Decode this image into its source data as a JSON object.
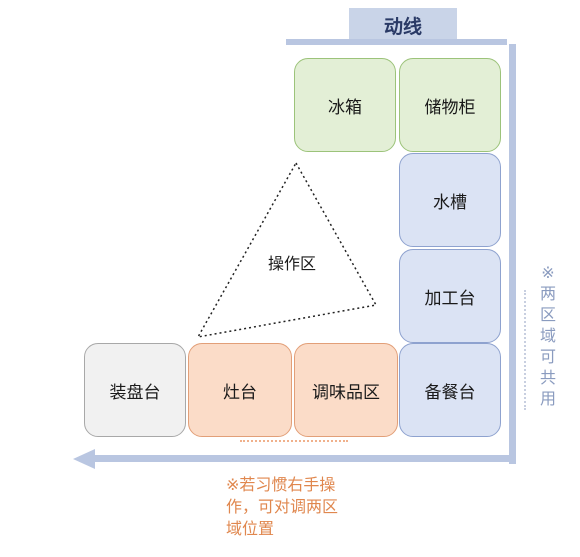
{
  "header": {
    "title": "动线"
  },
  "zones": {
    "fridge": "冰箱",
    "storage": "储物柜",
    "sink": "水槽",
    "prep": "加工台",
    "serving_prep": "备餐台",
    "plating": "装盘台",
    "stove": "灶台",
    "seasoning": "调味品区"
  },
  "triangle": {
    "label": "操作区"
  },
  "notes": {
    "shared": "※\n两\n区\n域\n可\n共\n用",
    "right_handed": "※若习惯右手操\n作，可对调两区\n域位置"
  },
  "colors": {
    "cold_zone": "#e3efd6",
    "wash_zone": "#dbe3f4",
    "cook_zone": "#fbdcc8",
    "plating_zone": "#f1f1f1",
    "flow_line": "#b9c6e1",
    "note_orange": "#e0874e",
    "note_blue": "#8a9bbf"
  }
}
